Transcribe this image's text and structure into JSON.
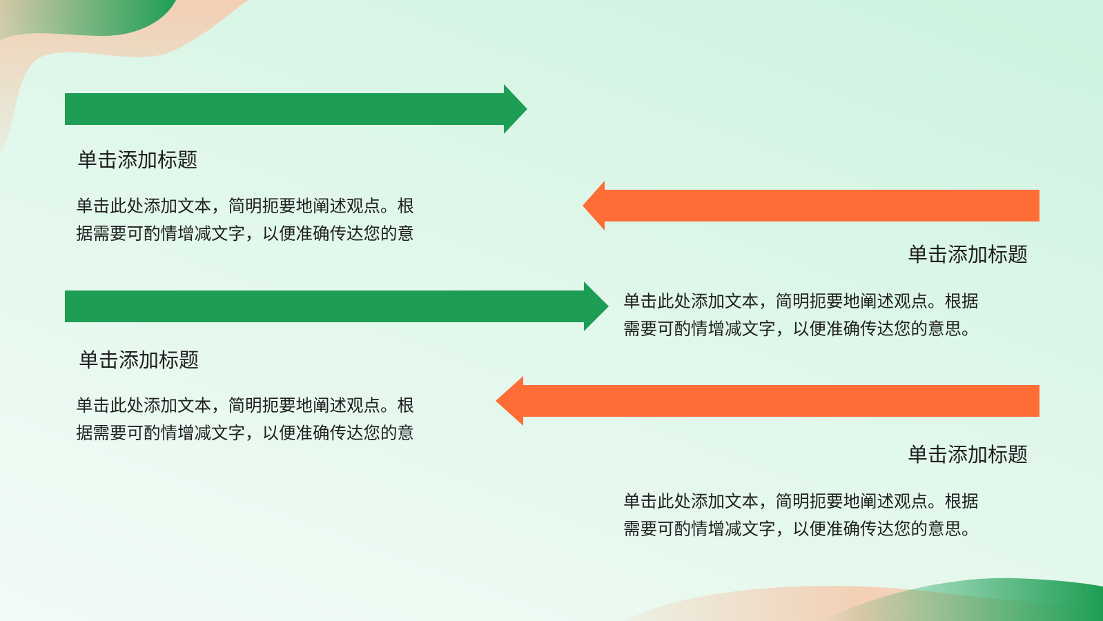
{
  "slide": {
    "colors": {
      "green": "#1e9e55",
      "orange": "#ff6d36",
      "background": "#dff7ea",
      "peach": "#f3cfb4"
    },
    "items": [
      {
        "arrow_direction": "right",
        "arrow_color": "green",
        "title": "单击添加标题",
        "line1": "单击此处添加文本，简明扼要地阐述观点。根",
        "line2": "据需要可酌情增减文字，以便准确传达您的意"
      },
      {
        "arrow_direction": "left",
        "arrow_color": "orange",
        "title": "单击添加标题",
        "line1": "单击此处添加文本，简明扼要地阐述观点。根据",
        "line2": "需要可酌情增减文字，以便准确传达您的意思。"
      },
      {
        "arrow_direction": "right",
        "arrow_color": "green",
        "title": "单击添加标题",
        "line1": "单击此处添加文本，简明扼要地阐述观点。根",
        "line2": "据需要可酌情增减文字，以便准确传达您的意"
      },
      {
        "arrow_direction": "left",
        "arrow_color": "orange",
        "title": "单击添加标题",
        "line1": "单击此处添加文本，简明扼要地阐述观点。根据",
        "line2": "需要可酌情增减文字，以便准确传达您的意思。"
      }
    ]
  }
}
